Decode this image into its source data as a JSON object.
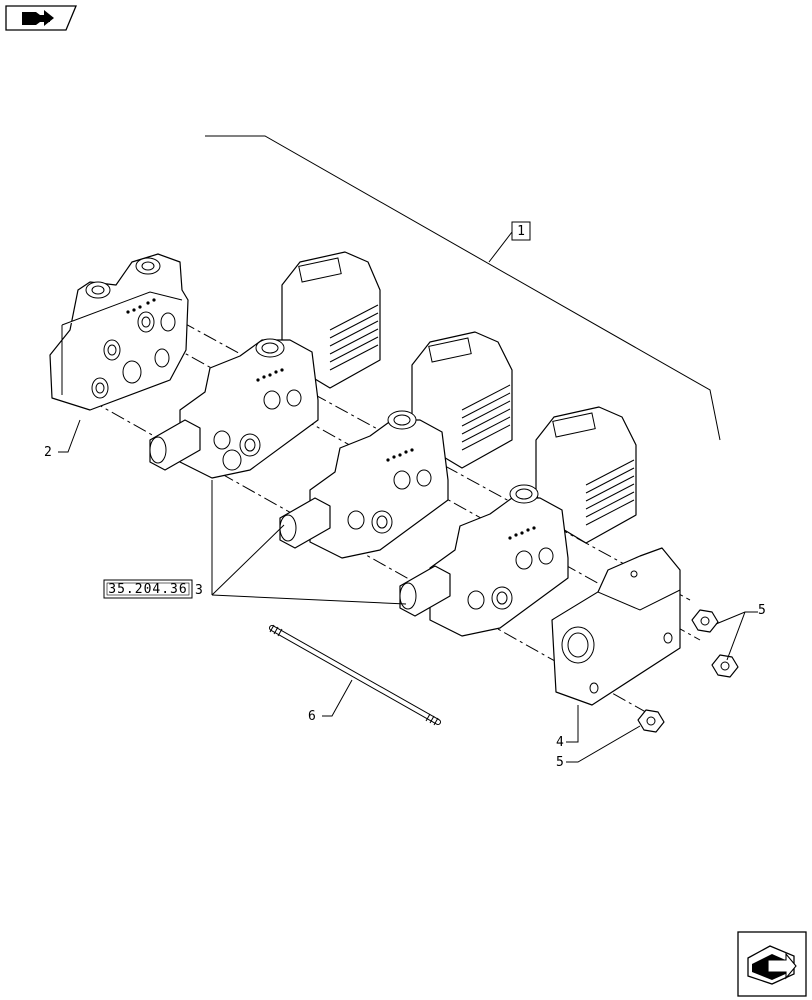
{
  "callouts": {
    "c1": "1",
    "c2": "2",
    "c3": "3",
    "c4": "4",
    "c5a": "5",
    "c5b": "5",
    "c6": "6"
  },
  "reference": {
    "code": "35.204.36"
  },
  "icons": {
    "top_left": "book-nav-icon",
    "bottom_right": "next-page-arrow-icon"
  }
}
